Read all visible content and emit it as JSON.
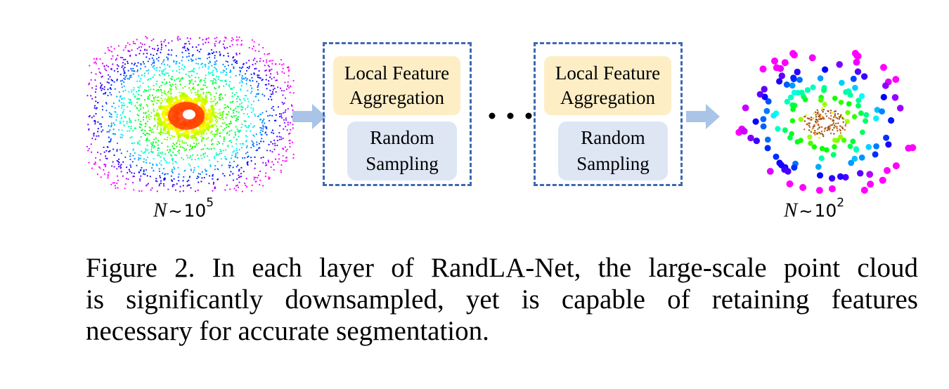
{
  "input_label": {
    "var": "N",
    "sym": "~",
    "base": "10",
    "exp": "5"
  },
  "output_label": {
    "var": "N",
    "sym": "~",
    "base": "10",
    "exp": "2"
  },
  "stages": [
    {
      "lfa_line1": "Local Feature",
      "lfa_line2": "Aggregation",
      "rs_line1": "Random",
      "rs_line2": "Sampling"
    },
    {
      "lfa_line1": "Local Feature",
      "lfa_line2": "Aggregation",
      "rs_line1": "Random",
      "rs_line2": "Sampling"
    }
  ],
  "caption_lines": [
    "Figure 2. In each layer of RandLA-Net, the large-scale point cloud",
    "is significantly downsampled, yet is capable of retaining features",
    "necessary for accurate segmentation."
  ],
  "colors": {
    "stage_border": "#3f68b0",
    "lfa_fill": "#fdeec6",
    "rs_fill": "#dee6f4",
    "arrow": "#a9c4e6"
  }
}
